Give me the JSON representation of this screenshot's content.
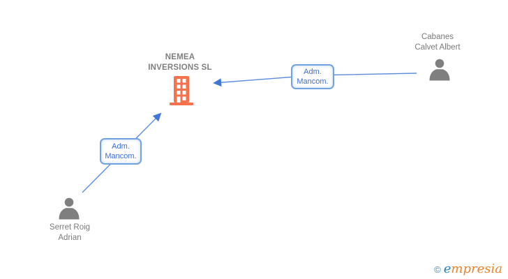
{
  "diagram": {
    "company": {
      "label_lines": [
        "NEMEA",
        "INVERSIONS SL"
      ],
      "icon": "building-icon"
    },
    "persons": [
      {
        "label_lines": [
          "Cabanes",
          "Calvet Albert"
        ],
        "icon": "person-icon"
      },
      {
        "label_lines": [
          "Serret Roig",
          "Adrian"
        ],
        "icon": "person-icon"
      }
    ],
    "relations": [
      {
        "label_lines": [
          "Adm.",
          "Mancom."
        ],
        "from": "Cabanes Calvet Albert",
        "to": "NEMEA INVERSIONS SL"
      },
      {
        "label_lines": [
          "Adm.",
          "Mancom."
        ],
        "from": "Serret Roig Adrian",
        "to": "NEMEA INVERSIONS SL"
      }
    ]
  },
  "watermark": {
    "copyright": "©",
    "brand_initial": "e",
    "brand_rest": "mpresia"
  },
  "colors": {
    "building_orange": "#f7714d",
    "person_gray": "#7f7f7f",
    "label_gray": "#7a7a7a",
    "edge_blue": "#5c8cdb",
    "arrow_blue": "#4076d4",
    "box_border_blue": "#71a1df",
    "box_text_blue": "#3c6ed5",
    "logo_blue": "#2383ae",
    "logo_orange": "#e8832c"
  }
}
